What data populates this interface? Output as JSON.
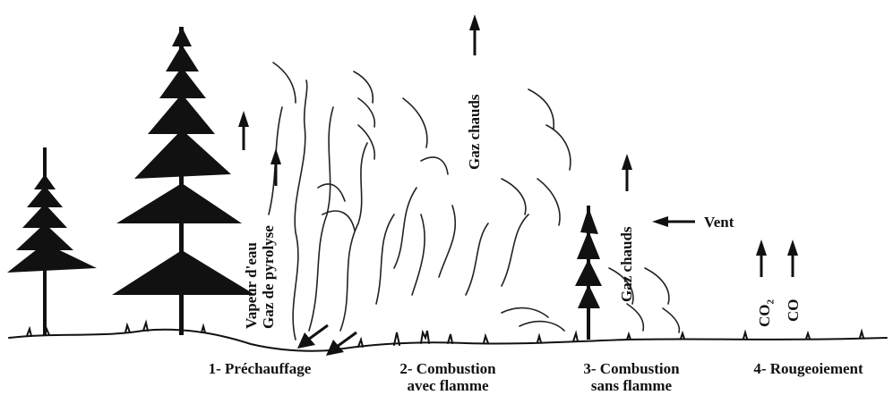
{
  "stages": [
    {
      "line1": "1- Préchauffage",
      "line2": ""
    },
    {
      "line1": "2- Combustion",
      "line2": "avec flamme"
    },
    {
      "line1": "3- Combustion",
      "line2": "sans flamme"
    },
    {
      "line1": "4- Rougeoiement",
      "line2": ""
    }
  ],
  "labels": {
    "vapeur": "Vapeur d'eau",
    "gaz_pyrolyse": "Gaz de pyrolyse",
    "gaz_chauds_top": "Gaz chauds",
    "gaz_chauds_mid": "Gaz chauds",
    "vent": "Vent",
    "co2_base": "CO",
    "co2_sub": "2",
    "co": "CO"
  }
}
